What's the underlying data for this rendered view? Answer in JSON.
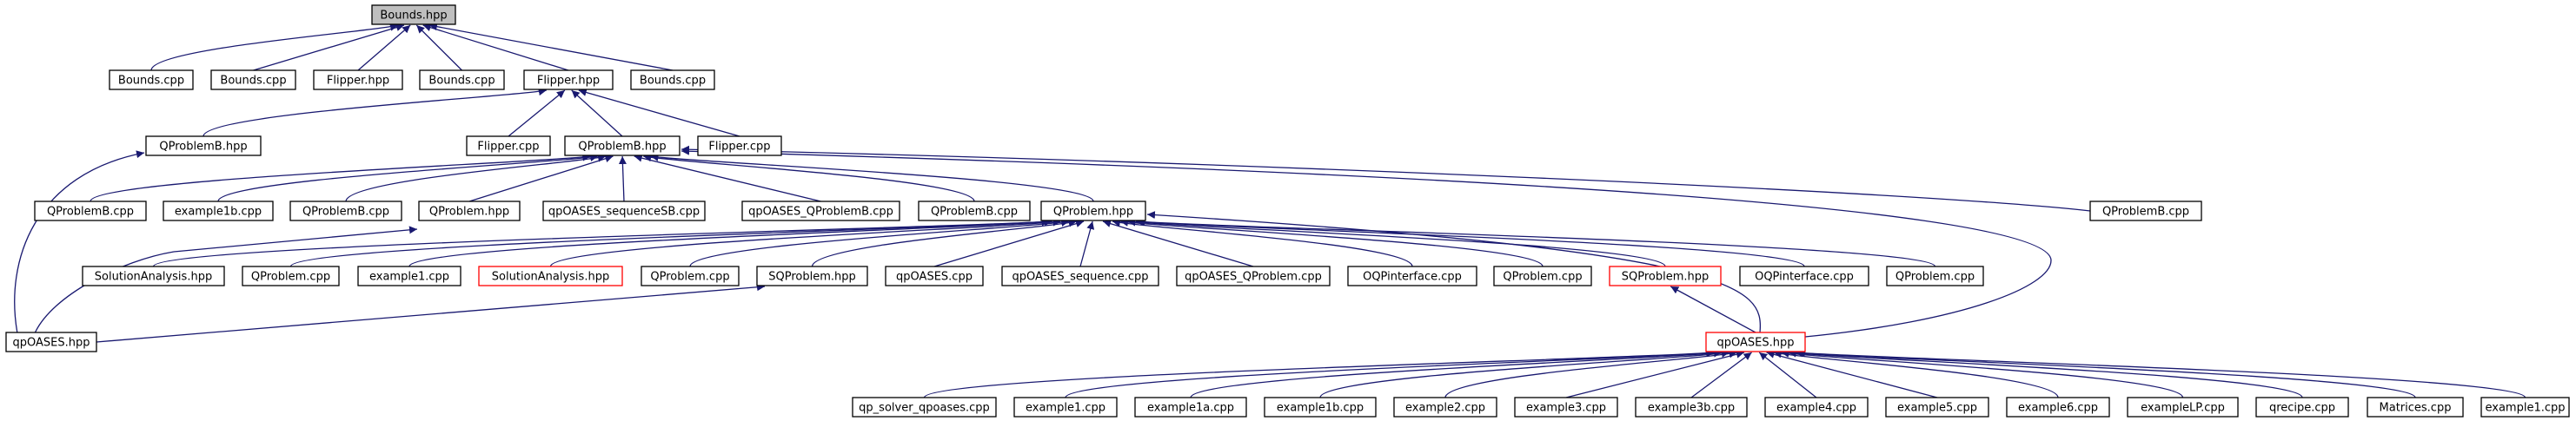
{
  "diagram": {
    "title": "",
    "edge_color": "#191970",
    "node_border_color": "#000000",
    "highlight_border_color": "#ff0000",
    "root_fill_color": "#bfbfbf",
    "nodes": [
      {
        "id": "n0",
        "label": "Bounds.hpp",
        "style": "root"
      },
      {
        "id": "n1",
        "label": "Bounds.cpp"
      },
      {
        "id": "n2",
        "label": "Bounds.cpp"
      },
      {
        "id": "n3",
        "label": "Flipper.hpp"
      },
      {
        "id": "n4",
        "label": "Bounds.cpp"
      },
      {
        "id": "n5",
        "label": "Flipper.hpp"
      },
      {
        "id": "n6",
        "label": "Bounds.cpp"
      },
      {
        "id": "n7",
        "label": "QProblemB.hpp"
      },
      {
        "id": "n8",
        "label": "Flipper.cpp"
      },
      {
        "id": "n9",
        "label": "QProblemB.hpp"
      },
      {
        "id": "n10",
        "label": "Flipper.cpp"
      },
      {
        "id": "n11",
        "label": "QProblemB.cpp"
      },
      {
        "id": "n12",
        "label": "example1b.cpp"
      },
      {
        "id": "n13",
        "label": "QProblemB.cpp"
      },
      {
        "id": "n14",
        "label": "QProblem.hpp"
      },
      {
        "id": "n15",
        "label": "qpOASES_sequenceSB.cpp"
      },
      {
        "id": "n16",
        "label": "qpOASES_QProblemB.cpp"
      },
      {
        "id": "n17",
        "label": "QProblemB.cpp"
      },
      {
        "id": "n18",
        "label": "QProblem.hpp"
      },
      {
        "id": "n19",
        "label": "QProblemB.cpp"
      },
      {
        "id": "n20",
        "label": "SolutionAnalysis.hpp"
      },
      {
        "id": "n21",
        "label": "QProblem.cpp"
      },
      {
        "id": "n22",
        "label": "example1.cpp"
      },
      {
        "id": "n23",
        "label": "SolutionAnalysis.hpp",
        "style": "red"
      },
      {
        "id": "n24",
        "label": "QProblem.cpp"
      },
      {
        "id": "n25",
        "label": "SQProblem.hpp"
      },
      {
        "id": "n26",
        "label": "qpOASES.cpp"
      },
      {
        "id": "n27",
        "label": "qpOASES_sequence.cpp"
      },
      {
        "id": "n28",
        "label": "qpOASES_QProblem.cpp"
      },
      {
        "id": "n29",
        "label": "OQPinterface.cpp"
      },
      {
        "id": "n30",
        "label": "QProblem.cpp"
      },
      {
        "id": "n31",
        "label": "SQProblem.hpp",
        "style": "red"
      },
      {
        "id": "n32",
        "label": "OQPinterface.cpp"
      },
      {
        "id": "n33",
        "label": "QProblem.cpp"
      },
      {
        "id": "n34",
        "label": "qpOASES.hpp"
      },
      {
        "id": "n35",
        "label": "qpOASES.hpp",
        "style": "red"
      },
      {
        "id": "n36",
        "label": "qp_solver_qpoases.cpp"
      },
      {
        "id": "n37",
        "label": "example1.cpp"
      },
      {
        "id": "n38",
        "label": "example1a.cpp"
      },
      {
        "id": "n39",
        "label": "example1b.cpp"
      },
      {
        "id": "n40",
        "label": "example2.cpp"
      },
      {
        "id": "n41",
        "label": "example3.cpp"
      },
      {
        "id": "n42",
        "label": "example3b.cpp"
      },
      {
        "id": "n43",
        "label": "example4.cpp"
      },
      {
        "id": "n44",
        "label": "example5.cpp"
      },
      {
        "id": "n45",
        "label": "example6.cpp"
      },
      {
        "id": "n46",
        "label": "exampleLP.cpp"
      },
      {
        "id": "n47",
        "label": "qrecipe.cpp"
      },
      {
        "id": "n48",
        "label": "Matrices.cpp"
      },
      {
        "id": "n49",
        "label": "example1.cpp"
      }
    ],
    "edges": [
      [
        "n1",
        "n0"
      ],
      [
        "n2",
        "n0"
      ],
      [
        "n3",
        "n0"
      ],
      [
        "n4",
        "n0"
      ],
      [
        "n5",
        "n0"
      ],
      [
        "n6",
        "n0"
      ],
      [
        "n7",
        "n5"
      ],
      [
        "n8",
        "n5"
      ],
      [
        "n9",
        "n5"
      ],
      [
        "n10",
        "n5"
      ],
      [
        "n34",
        "n7"
      ],
      [
        "n11",
        "n9"
      ],
      [
        "n12",
        "n9"
      ],
      [
        "n13",
        "n9"
      ],
      [
        "n14",
        "n9"
      ],
      [
        "n15",
        "n9"
      ],
      [
        "n16",
        "n9"
      ],
      [
        "n17",
        "n9"
      ],
      [
        "n18",
        "n9"
      ],
      [
        "n19",
        "n9"
      ],
      [
        "n35",
        "n9"
      ],
      [
        "n34",
        "n14"
      ],
      [
        "n20",
        "n18"
      ],
      [
        "n21",
        "n18"
      ],
      [
        "n22",
        "n18"
      ],
      [
        "n23",
        "n18"
      ],
      [
        "n24",
        "n18"
      ],
      [
        "n25",
        "n18"
      ],
      [
        "n26",
        "n18"
      ],
      [
        "n27",
        "n18"
      ],
      [
        "n28",
        "n18"
      ],
      [
        "n29",
        "n18"
      ],
      [
        "n30",
        "n18"
      ],
      [
        "n31",
        "n18"
      ],
      [
        "n32",
        "n18"
      ],
      [
        "n33",
        "n18"
      ],
      [
        "n35",
        "n18"
      ],
      [
        "n34",
        "n25"
      ],
      [
        "n35",
        "n31"
      ],
      [
        "n36",
        "n35"
      ],
      [
        "n37",
        "n35"
      ],
      [
        "n38",
        "n35"
      ],
      [
        "n39",
        "n35"
      ],
      [
        "n40",
        "n35"
      ],
      [
        "n41",
        "n35"
      ],
      [
        "n42",
        "n35"
      ],
      [
        "n43",
        "n35"
      ],
      [
        "n44",
        "n35"
      ],
      [
        "n45",
        "n35"
      ],
      [
        "n46",
        "n35"
      ],
      [
        "n47",
        "n35"
      ],
      [
        "n48",
        "n35"
      ],
      [
        "n49",
        "n35"
      ]
    ]
  }
}
